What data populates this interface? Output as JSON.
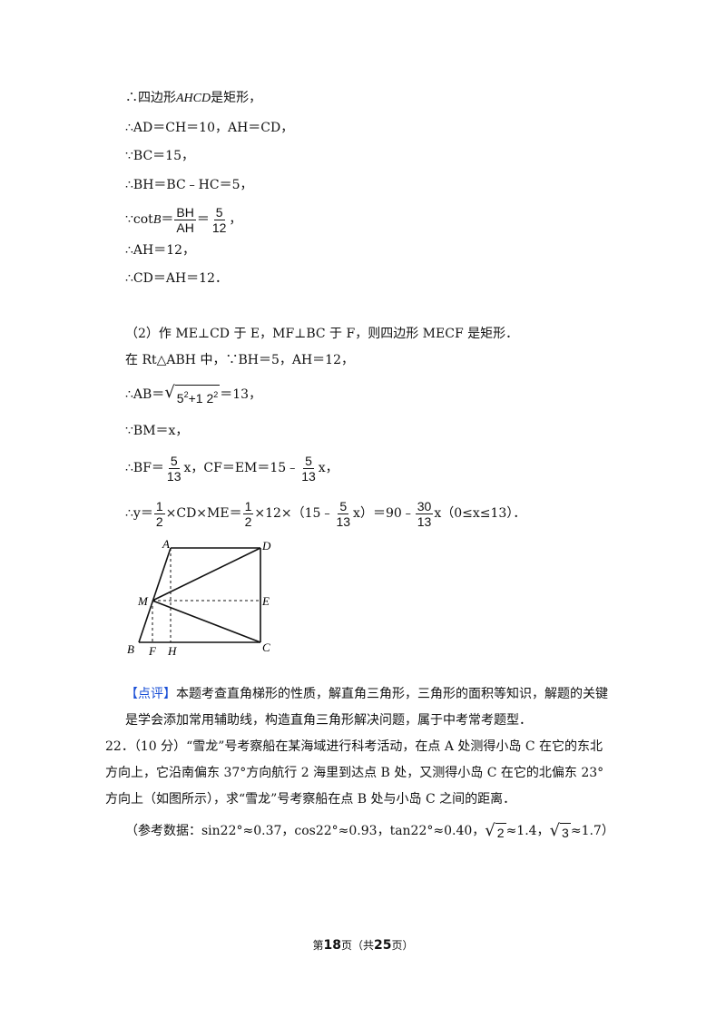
{
  "lines": {
    "l1a": "∴四边形",
    "l1b": "AHCD",
    "l1c": "是矩形，",
    "l2": "∴AD＝CH＝10，AH＝CD，",
    "l3": "∵BC＝15，",
    "l4": "∴BH＝BC﹣HC＝5，",
    "l5a": "∵cot",
    "l5b": "B",
    "l5c": "＝",
    "l5_num": "BH",
    "l5_den": "AH",
    "l5d": "＝",
    "l5_num2": "5",
    "l5_den2": "12",
    "l5e": "，",
    "l6": "∴AH＝12，",
    "l7": "∴CD＝AH＝12．",
    "p2": "（2）作 ME⊥CD 于 E，MF⊥BC 于 F，则四边形 MECF 是矩形．",
    "rt": "在 Rt△ABH 中，∵BH＝5，AH＝12，",
    "ab_pre": "∴AB＝",
    "ab_rad1": "5",
    "ab_exp1": "2",
    "ab_plus": "+1 2",
    "ab_exp2": "2",
    "ab_post": "＝13，",
    "bm": "∵BM＝x，",
    "bf_pre": "∴BF＝",
    "bf_num": "5",
    "bf_den": "13",
    "bf_mid": "x，CF＝EM＝15﹣",
    "bf_num2": "5",
    "bf_den2": "13",
    "bf_post": "x，",
    "y_pre": "∴y＝",
    "y_n1": "1",
    "y_d1": "2",
    "y_m1": "×CD×ME＝",
    "y_n2": "1",
    "y_d2": "2",
    "y_m2": "×12×（15﹣",
    "y_n3": "5",
    "y_d3": "13",
    "y_m3": "x）＝90﹣",
    "y_n4": "30",
    "y_d4": "13",
    "y_post": "x（0≤x≤13）．"
  },
  "figure": {
    "labels": {
      "A": "A",
      "D": "D",
      "M": "M",
      "E": "E",
      "B": "B",
      "F": "F",
      "H": "H",
      "C": "C"
    }
  },
  "comment": {
    "tag": "【点评】",
    "text": "本题考查直角梯形的性质，解直角三角形，三角形的面积等知识，解题的关键是学会添加常用辅助线，构造直角三角形解决问题，属于中考常考题型．"
  },
  "q22": {
    "number": "22．",
    "text": "（10 分）“雪龙”号考察船在某海域进行科考活动，在点 A 处测得小岛 C 在它的东北方向上，它沿南偏东 37°方向航行 2 海里到达点 B 处，又测得小岛 C 在它的北偏东 23°方向上（如图所示），求“雪龙”号考察船在点 B 处与小岛 C 之间的距离．",
    "ref_pre": "（参考数据：sin22°≈0.37，cos22°≈0.93，tan22°≈0.40，",
    "ref_r1": "2",
    "ref_mid": "≈1.4，",
    "ref_r2": "3",
    "ref_post": "≈1.7）"
  },
  "footer": {
    "pre": "第",
    "page": "18",
    "mid": "页（共",
    "total": "25",
    "post": "页）"
  }
}
